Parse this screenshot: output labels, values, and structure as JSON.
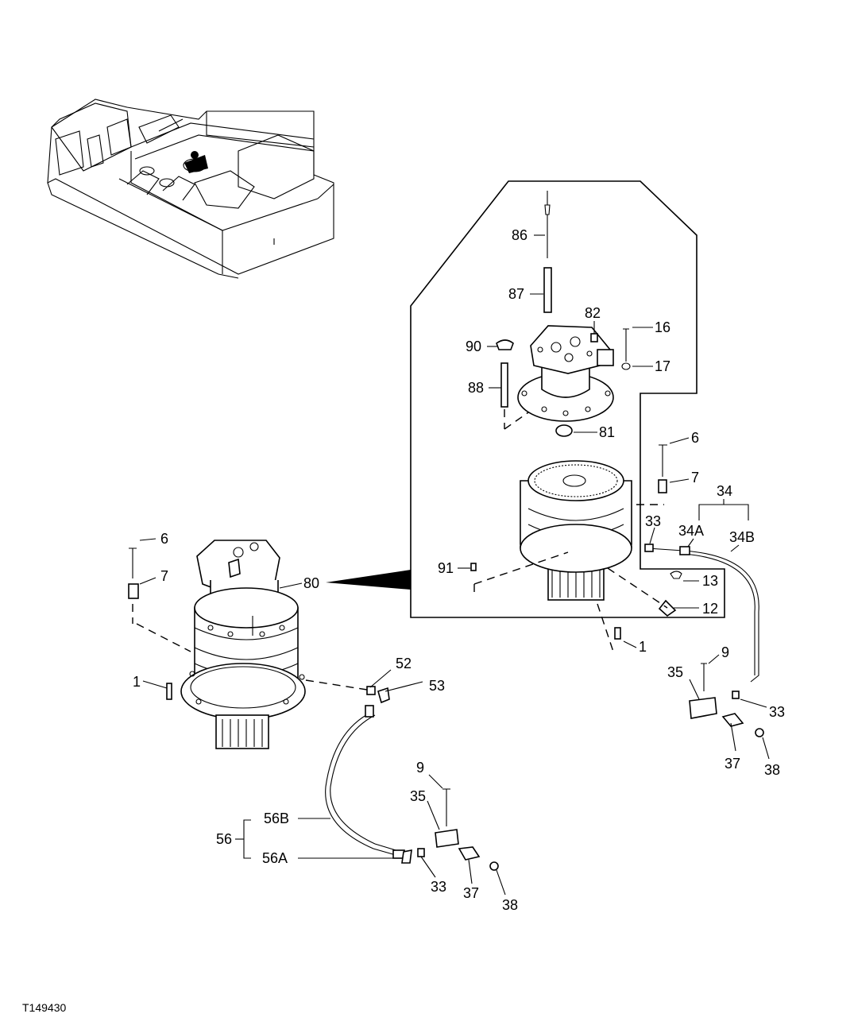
{
  "figure_id": "T149430",
  "callouts": {
    "c86": "86",
    "c87": "87",
    "c82": "82",
    "c16": "16",
    "c90": "90",
    "c17": "17",
    "c88": "88",
    "c81": "81",
    "c6a": "6",
    "c7a": "7",
    "c34": "34",
    "c33a": "33",
    "c34a": "34A",
    "c34b": "34B",
    "c91": "91",
    "c13": "13",
    "c12": "12",
    "c1a": "1",
    "c6b": "6",
    "c7b": "7",
    "c80": "80",
    "c9a": "9",
    "c35a": "35",
    "c33b": "33",
    "c37a": "37",
    "c38a": "38",
    "c52": "52",
    "c53": "53",
    "c1b": "1",
    "c9b": "9",
    "c35b": "35",
    "c56": "56",
    "c56b": "56B",
    "c56a": "56A",
    "c33c": "33",
    "c37b": "37",
    "c38b": "38"
  }
}
